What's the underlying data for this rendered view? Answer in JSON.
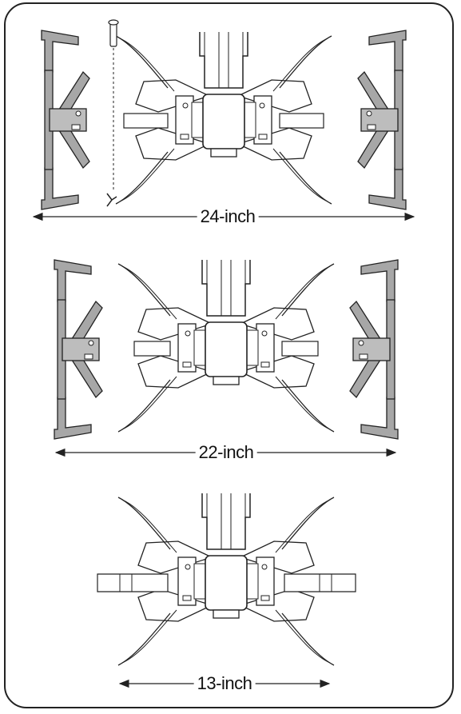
{
  "configurations": [
    {
      "label": "24-inch"
    },
    {
      "label": "22-inch"
    },
    {
      "label": "13-inch"
    }
  ],
  "colors": {
    "line": "#222222",
    "tine_fill": "#a7a7a7",
    "hub_fill": "#bdbdbd",
    "background": "#ffffff"
  }
}
